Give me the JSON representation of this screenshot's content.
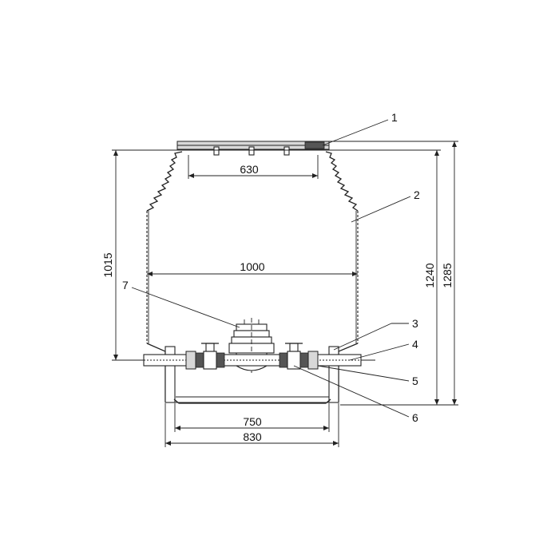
{
  "dimensions": {
    "lid_opening": "630",
    "body_width": "1000",
    "left_height": "1015",
    "height_inner": "1240",
    "height_total": "1285",
    "base_inner": "750",
    "base_outer": "830"
  },
  "callouts": {
    "c1": "1",
    "c2": "2",
    "c3": "3",
    "c4": "4",
    "c5": "5",
    "c6": "6",
    "c7": "7"
  },
  "colors": {
    "line": "#222222",
    "fill_gray": "#d8d8d8",
    "background": "#ffffff"
  }
}
